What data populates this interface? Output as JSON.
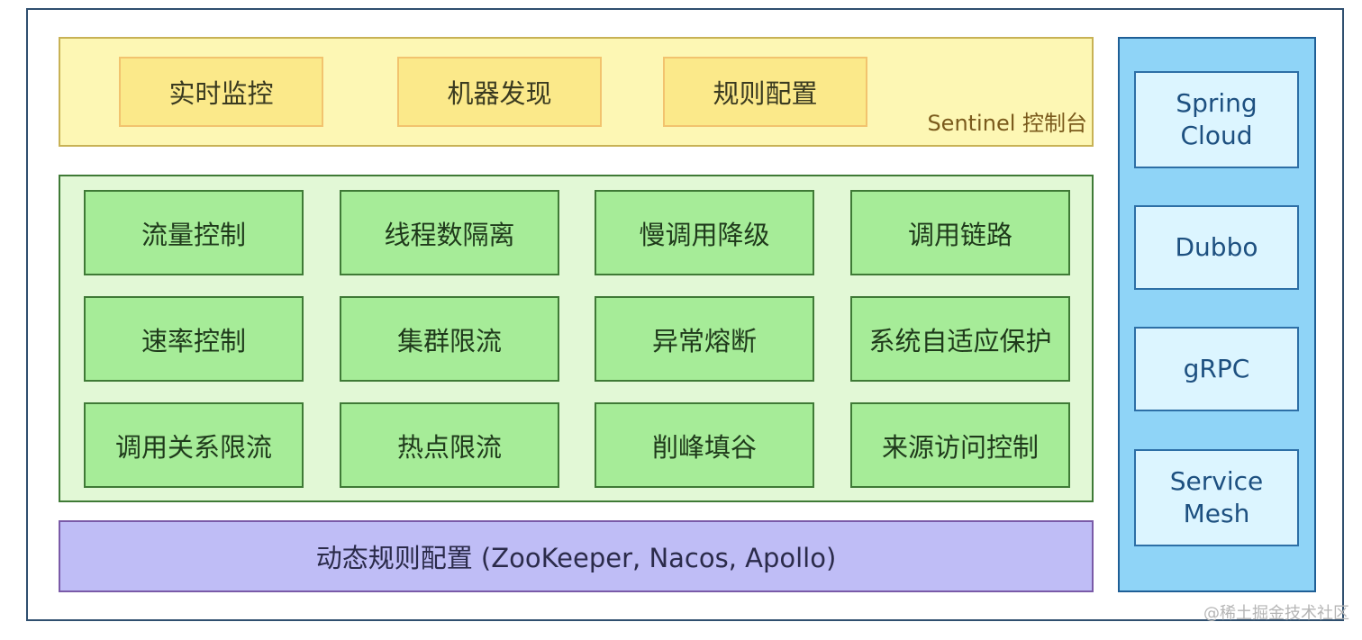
{
  "console": {
    "items": [
      "实时监控",
      "机器发现",
      "规则配置"
    ],
    "label": "Sentinel 控制台"
  },
  "core": {
    "rows": [
      [
        "流量控制",
        "线程数隔离",
        "慢调用降级",
        "调用链路"
      ],
      [
        "速率控制",
        "集群限流",
        "异常熔断",
        "系统自适应保护"
      ],
      [
        "调用关系限流",
        "热点限流",
        "削峰填谷",
        "来源访问控制"
      ]
    ]
  },
  "rules": {
    "label": "动态规则配置 (ZooKeeper, Nacos, Apollo)"
  },
  "adapters": {
    "items": [
      "Spring Cloud",
      "Dubbo",
      "gRPC",
      "Service Mesh"
    ]
  },
  "watermark": "@稀土掘金技术社区",
  "colors": {
    "console_bg": "#fdf7b4",
    "console_box": "#fbe98a",
    "core_bg": "#e2f8d6",
    "core_box": "#a6ec98",
    "rules_bg": "#bfbdf6",
    "adapter_bg": "#8fd4f7",
    "adapter_box": "#dcf5ff"
  }
}
